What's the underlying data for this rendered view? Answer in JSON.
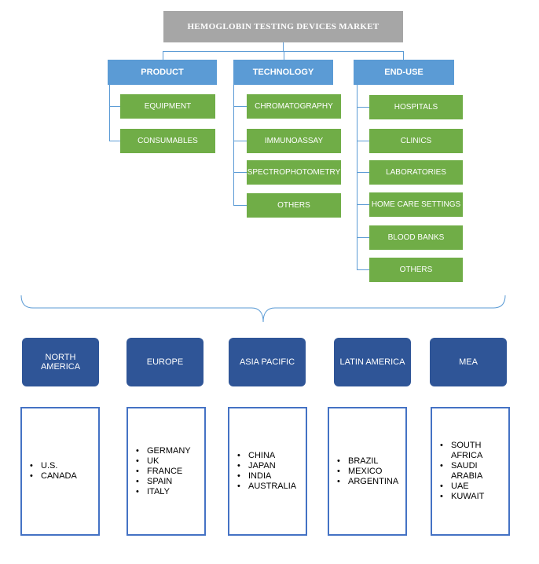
{
  "title": "HEMOGLOBIN TESTING DEVICES MARKET",
  "categories": [
    {
      "label": "PRODUCT",
      "items": [
        "EQUIPMENT",
        "CONSUMABLES"
      ]
    },
    {
      "label": "TECHNOLOGY",
      "items": [
        "CHROMATOGRAPHY",
        "IMMUNOASSAY",
        "SPECTROPHOTOMETRY",
        "OTHERS"
      ]
    },
    {
      "label": "END-USE",
      "items": [
        "HOSPITALS",
        "CLINICS",
        "LABORATORIES",
        "HOME CARE SETTINGS",
        "BLOOD BANKS",
        "OTHERS"
      ]
    }
  ],
  "regions": [
    {
      "label": "NORTH AMERICA",
      "countries": [
        "U.S.",
        "CANADA"
      ]
    },
    {
      "label": "EUROPE",
      "countries": [
        "GERMANY",
        "UK",
        "FRANCE",
        "SPAIN",
        "ITALY"
      ]
    },
    {
      "label": "ASIA PACIFIC",
      "countries": [
        "CHINA",
        "JAPAN",
        "INDIA",
        "AUSTRALIA"
      ]
    },
    {
      "label": "LATIN AMERICA",
      "countries": [
        "BRAZIL",
        "MEXICO",
        "ARGENTINA"
      ]
    },
    {
      "label": "MEA",
      "countries": [
        "SOUTH AFRICA",
        "SAUDI ARABIA",
        "UAE",
        "KUWAIT"
      ]
    }
  ],
  "colors": {
    "title_bg": "#a6a6a6",
    "category_bg": "#5b9bd5",
    "subitem_bg": "#70ad47",
    "region_bg": "#2f5597",
    "list_border": "#4472c4",
    "connector": "#5b9bd5"
  }
}
